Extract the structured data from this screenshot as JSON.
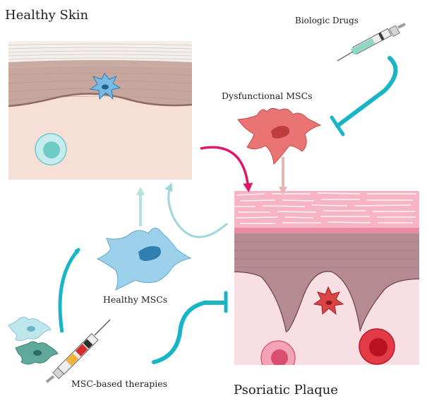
{
  "labels": {
    "healthy_skin": "Healthy Skin",
    "biologic_drugs": "Biologic Drugs",
    "dysfunctional_mscs": "Dysfunctional MSCs",
    "healthy_mscs": "Healthy MSCs",
    "msc_therapies": "MSC-based therapies",
    "psoriatic_plaque": "Psoriatic Plaque"
  },
  "colors": {
    "inhibit_arrow": "#19b5c6",
    "pink_arrow": "#e0156e",
    "healthy_msc": "#8ccde6",
    "dysfunctional_msc": "#ea7474",
    "plaque_tissue": "#d9a3ad",
    "healthy_tissue": "#f3ddd2"
  }
}
